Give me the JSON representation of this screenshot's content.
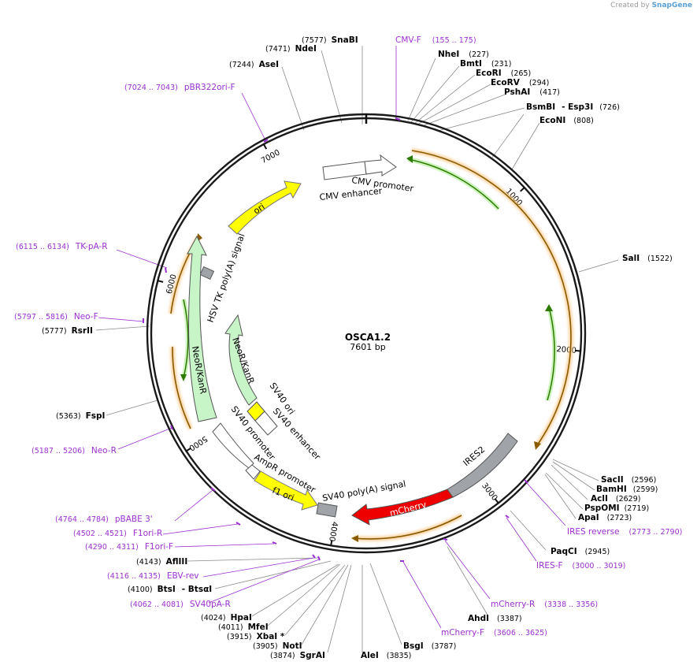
{
  "credit": {
    "prefix": "Created by",
    "brand": "SnapGene"
  },
  "plasmid": {
    "name": "OSCA1.2",
    "length_label": "7601 bp",
    "length": 7601
  },
  "ticks": [
    "1000",
    "2000",
    "3000",
    "4000",
    "5000",
    "6000",
    "7000"
  ],
  "features": [
    {
      "label": "CMV enhancer"
    },
    {
      "label": "CMV promoter"
    },
    {
      "label": "ori"
    },
    {
      "label": "HSV TK poly(A) signal"
    },
    {
      "label": "NeoR/KanR"
    },
    {
      "label": "NeoR/KanR"
    },
    {
      "label": "SV40 ori"
    },
    {
      "label": "SV40 enhancer"
    },
    {
      "label": "SV40 promoter"
    },
    {
      "label": "AmpR promoter"
    },
    {
      "label": "f1 ori"
    },
    {
      "label": "SV40 poly(A) signal"
    },
    {
      "label": "mCherry"
    },
    {
      "label": "IRES2"
    }
  ],
  "sites": [
    {
      "name": "SnaBI",
      "pos": "(7577)"
    },
    {
      "name": "NdeI",
      "pos": "(7471)"
    },
    {
      "name": "AseI",
      "pos": "(7244)"
    },
    {
      "name": "NheI",
      "pos": "(227)"
    },
    {
      "name": "BmtI",
      "pos": "(231)"
    },
    {
      "name": "EcoRI",
      "pos": "(265)"
    },
    {
      "name": "EcoRV",
      "pos": "(294)"
    },
    {
      "name": "PshAI",
      "pos": "(417)"
    },
    {
      "name": "BsmBI",
      "pos": ""
    },
    {
      "name": "- Esp3I",
      "pos": "(726)"
    },
    {
      "name": "EcoNI",
      "pos": "(808)"
    },
    {
      "name": "SalI",
      "pos": "(1522)"
    },
    {
      "name": "SacII",
      "pos": "(2596)"
    },
    {
      "name": "BamHI",
      "pos": "(2599)"
    },
    {
      "name": "AclI",
      "pos": "(2629)"
    },
    {
      "name": "PspOMI",
      "pos": "(2719)"
    },
    {
      "name": "ApaI",
      "pos": "(2723)"
    },
    {
      "name": "PaqCI",
      "pos": "(2945)"
    },
    {
      "name": "AhdI",
      "pos": "(3387)"
    },
    {
      "name": "BsgI",
      "pos": "(3787)"
    },
    {
      "name": "AleI",
      "pos": "(3835)"
    },
    {
      "name": "SgrAI",
      "pos": "(3874)"
    },
    {
      "name": "NotI",
      "pos": "(3905)"
    },
    {
      "name": "XbaI *",
      "pos": "(3915)"
    },
    {
      "name": "MfeI",
      "pos": "(4011)"
    },
    {
      "name": "HpaI",
      "pos": "(4024)"
    },
    {
      "name": "BtsI",
      "pos": "(4100)"
    },
    {
      "name": "- BtsαI",
      "pos": ""
    },
    {
      "name": "AflIII",
      "pos": "(4143)"
    },
    {
      "name": "FspI",
      "pos": "(5363)"
    },
    {
      "name": "RsrII",
      "pos": "(5777)"
    }
  ],
  "primers": [
    {
      "name": "CMV-F",
      "range": "(155 .. 175)"
    },
    {
      "name": "pBR322ori-F",
      "range": "(7024 .. 7043)"
    },
    {
      "name": "TK-pA-R",
      "range": "(6115 .. 6134)"
    },
    {
      "name": "Neo-F",
      "range": "(5797 .. 5816)"
    },
    {
      "name": "Neo-R",
      "range": "(5187 .. 5206)"
    },
    {
      "name": "pBABE 3'",
      "range": "(4764 .. 4784)"
    },
    {
      "name": "F1ori-R",
      "range": "(4502 .. 4521)"
    },
    {
      "name": "F1ori-F",
      "range": "(4290 .. 4311)"
    },
    {
      "name": "EBV-rev",
      "range": "(4116 .. 4135)"
    },
    {
      "name": "SV40pA-R",
      "range": "(4062 .. 4081)"
    },
    {
      "name": "IRES reverse",
      "range": "(2773 .. 2790)"
    },
    {
      "name": "IRES-F",
      "range": "(3000 .. 3019)"
    },
    {
      "name": "mCherry-R",
      "range": "(3338 .. 3356)"
    },
    {
      "name": "mCherry-F",
      "range": "(3606 .. 3625)"
    }
  ]
}
